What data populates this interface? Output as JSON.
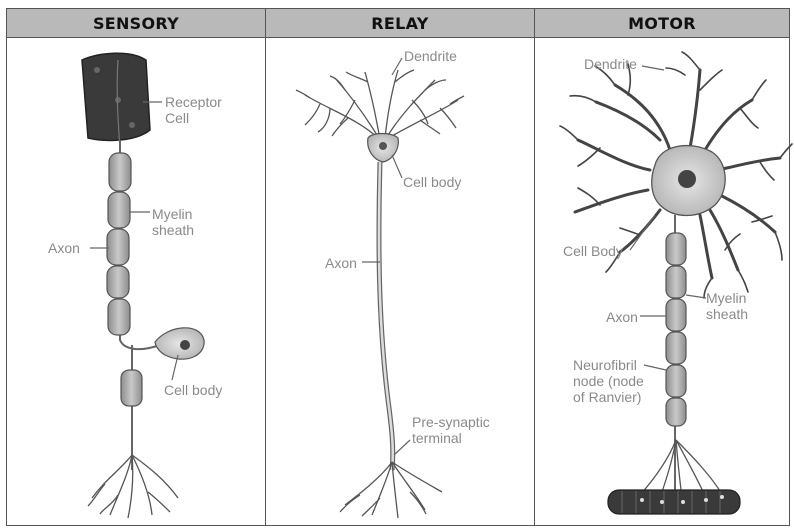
{
  "columns": {
    "sensory": "SENSORY",
    "relay": "RELAY",
    "motor": "MOTOR"
  },
  "sensory": {
    "receptor_cell": "Receptor Cell",
    "myelin_sheath": "Myelin sheath",
    "axon": "Axon",
    "cell_body": "Cell body"
  },
  "relay": {
    "dendrite": "Dendrite",
    "cell_body": "Cell body",
    "axon": "Axon",
    "presynaptic_terminal": "Pre-synaptic terminal"
  },
  "motor": {
    "dendrite": "Dendrite",
    "cell_body": "Cell Body",
    "myelin_sheath": "Myelin sheath",
    "axon": "Axon",
    "neurofibril_node": "Neurofibril node (node of Ranvier)"
  }
}
